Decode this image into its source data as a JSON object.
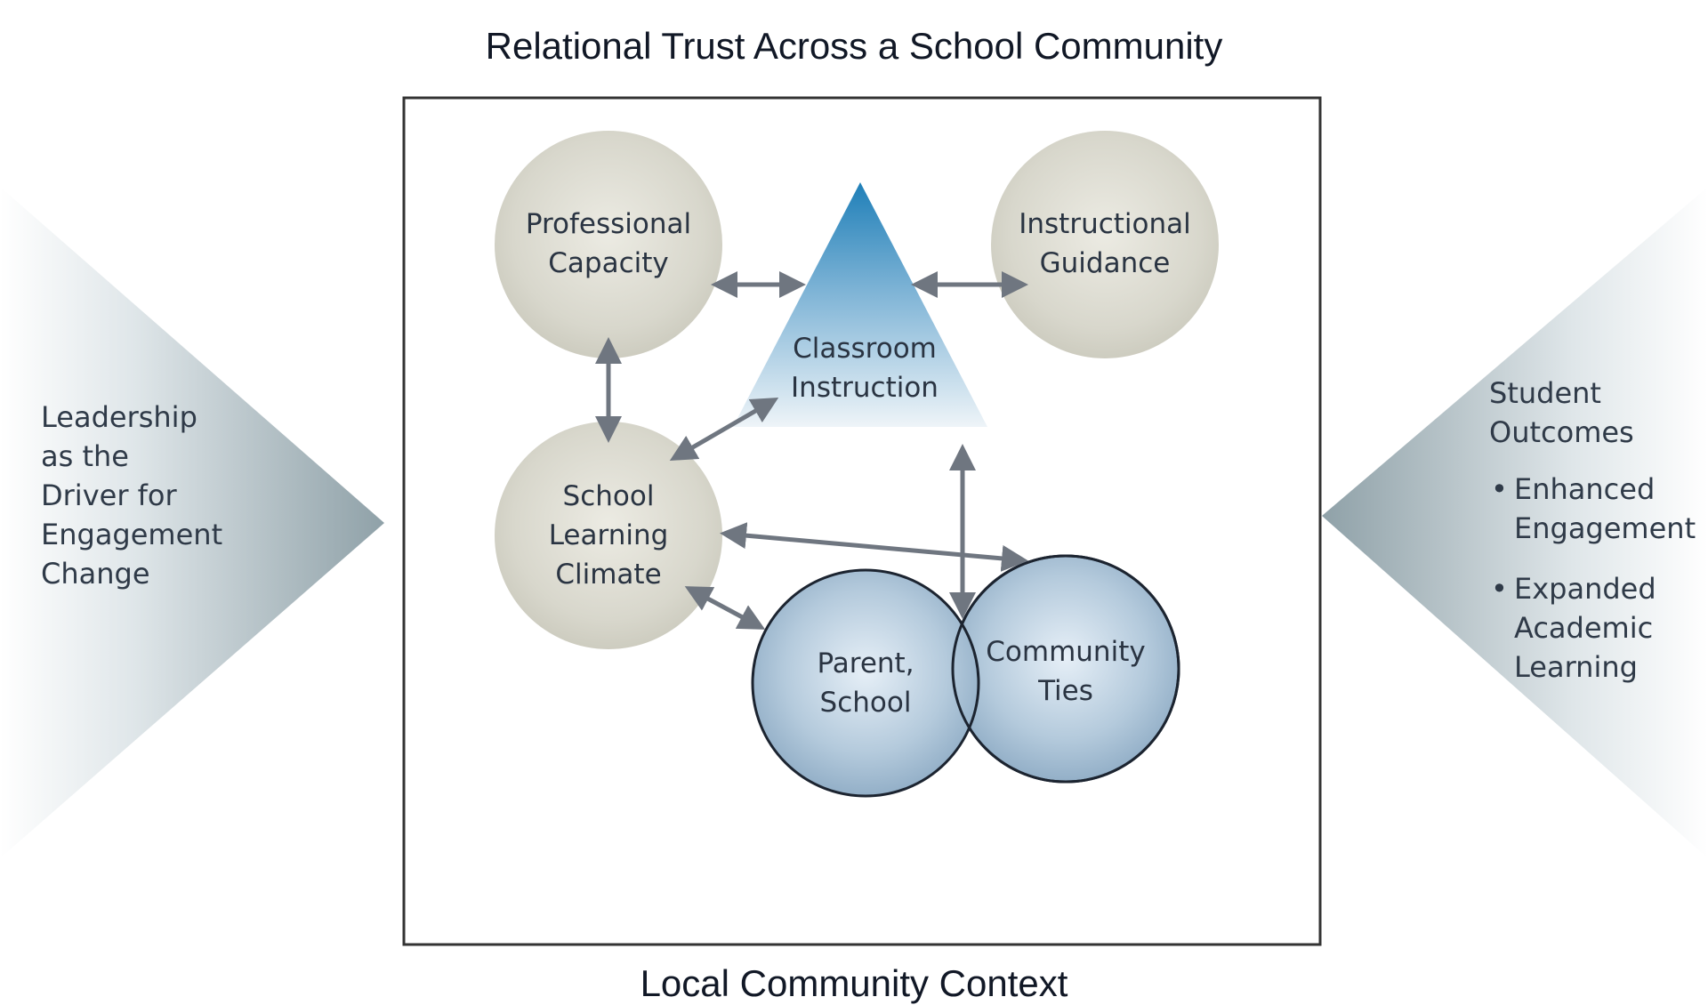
{
  "title": "Relational Trust Across a School Community",
  "footer": "Local Community Context",
  "left_panel": {
    "lines": [
      "Leadership",
      "as the",
      "Driver for",
      "Engagement",
      "Change"
    ]
  },
  "right_panel": {
    "heading_lines": [
      "Student",
      "Outcomes"
    ],
    "bullets": [
      {
        "lines": [
          "Enhanced",
          "Engagement"
        ]
      },
      {
        "lines": [
          "Expanded",
          "Academic",
          "Learning"
        ]
      }
    ]
  },
  "nodes": {
    "professional_capacity": {
      "lines": [
        "Professional",
        "Capacity"
      ]
    },
    "instructional_guidance": {
      "lines": [
        "Instructional",
        "Guidance"
      ]
    },
    "classroom_instruction": {
      "lines": [
        "Classroom",
        "Instruction"
      ]
    },
    "school_learning_climate": {
      "lines": [
        "School",
        "Learning",
        "Climate"
      ]
    },
    "parent_school": {
      "lines": [
        "Parent,",
        "School"
      ]
    },
    "community_ties": {
      "lines": [
        "Community",
        "Ties"
      ]
    }
  },
  "colors": {
    "gray_circle": "#d7d6cb",
    "blue_circle": "#9cb8d0",
    "triangle_top": "#2a86bd",
    "triangle_bottom": "#e7f0f6",
    "arrow": "#6f7680",
    "frame": "#333333"
  }
}
